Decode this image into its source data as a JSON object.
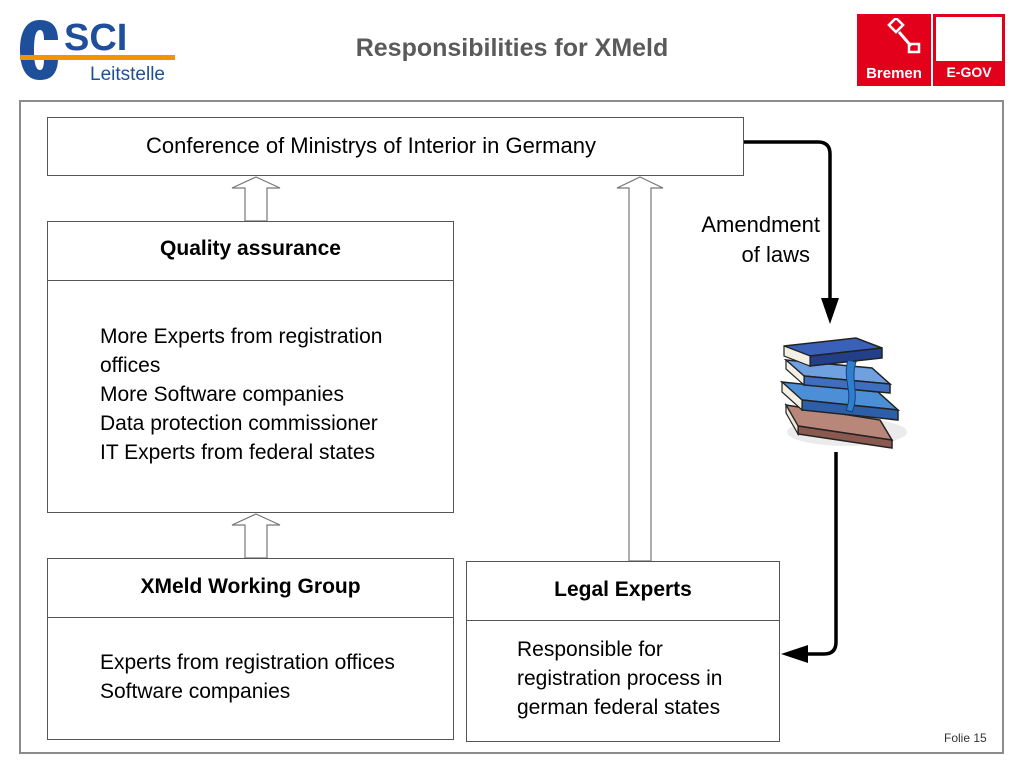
{
  "header": {
    "title": "Responsibilities for XMeld",
    "osci_logo_text": "SCI",
    "osci_logo_subtitle": "Leitstelle",
    "bremen_logo_text": "Bremen",
    "egov_logo_text": "E-GOV"
  },
  "diagram": {
    "conference": "Conference of Ministrys of Interior in Germany",
    "quality_assurance": {
      "title": "Quality assurance",
      "lines": [
        "More Experts from registration",
        "offices",
        "More Software companies",
        "Data protection commissioner",
        "IT Experts from federal states"
      ]
    },
    "working_group": {
      "title": "XMeld Working Group",
      "lines": [
        "Experts from registration offices",
        "Software companies"
      ]
    },
    "legal_experts": {
      "title": "Legal Experts",
      "lines": [
        "Responsible for",
        "registration process in",
        "german federal states"
      ]
    },
    "amendment_label": {
      "line1": "Amendment",
      "line2": "of laws"
    },
    "books_icon": "books-icon"
  },
  "footer": {
    "folio": "Folie 15"
  },
  "colors": {
    "title_gray": "#5a5a5a",
    "osci_blue": "#1d4f9a",
    "osci_orange": "#f29400",
    "bremen_red": "#e2001a"
  }
}
